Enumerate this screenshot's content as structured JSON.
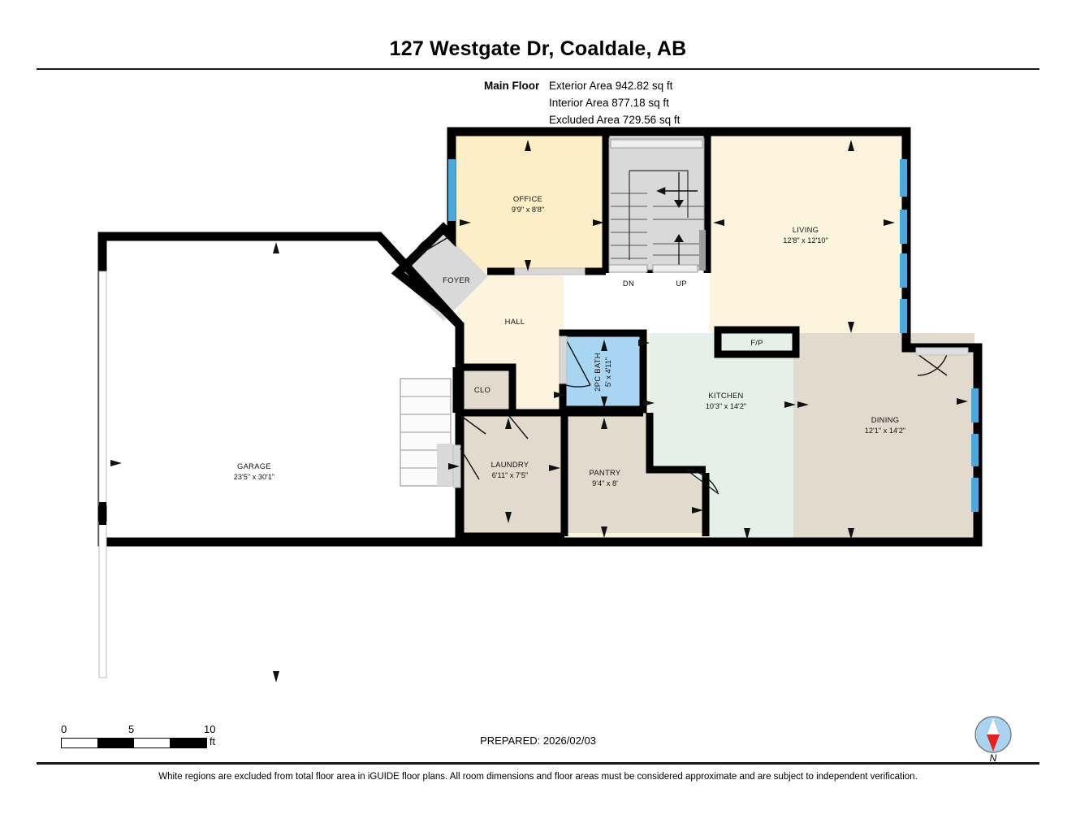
{
  "header": {
    "title": "127 Westgate Dr, Coaldale, AB",
    "floor_label": "Main Floor",
    "areas": [
      "Exterior Area 942.82 sq ft",
      "Interior Area 877.18 sq ft",
      "Excluded Area 729.56 sq ft"
    ],
    "exterior_area": "942.82 sq ft",
    "interior_area": "877.18 sq ft",
    "excluded_area": "729.56 sq ft"
  },
  "rooms": [
    {
      "id": "office",
      "name": "OFFICE",
      "dim": "9'9\" x 8'8\"",
      "fill": "#fcefc7"
    },
    {
      "id": "living",
      "name": "LIVING",
      "dim": "12'8\" x 12'10\"",
      "fill": "#fdf4de"
    },
    {
      "id": "hall",
      "name": "HALL",
      "dim": "",
      "fill": "#fdf4de"
    },
    {
      "id": "foyer",
      "name": "FOYER",
      "dim": "",
      "fill": "#d9d9d9"
    },
    {
      "id": "clo",
      "name": "CLO",
      "dim": "",
      "fill": "#e3dace"
    },
    {
      "id": "bath",
      "name": "2PC BATH",
      "dim": "5' x 4'11\"",
      "fill": "#a8d5f2"
    },
    {
      "id": "laundry",
      "name": "LAUNDRY",
      "dim": "6'11\" x 7'5\"",
      "fill": "#e3dace"
    },
    {
      "id": "pantry",
      "name": "PANTRY",
      "dim": "9'4\" x 8'",
      "fill": "#e3dace"
    },
    {
      "id": "kitchen",
      "name": "KITCHEN",
      "dim": "10'3\" x 14'2\"",
      "fill": "#e4f0e8"
    },
    {
      "id": "dining",
      "name": "DINING",
      "dim": "12'1\" x 14'2\"",
      "fill": "#e3dace"
    },
    {
      "id": "garage",
      "name": "GARAGE",
      "dim": "23'5\" x 30'1\"",
      "fill": "#ffffff"
    }
  ],
  "annotations": {
    "stairs_down": "DN",
    "stairs_up": "UP",
    "fireplace": "F/P"
  },
  "scale": {
    "ticks": [
      "0",
      "5",
      "10"
    ],
    "unit": "ft"
  },
  "footer": {
    "prepared": "PREPARED: 2026/02/03",
    "compass_label": "N",
    "disclaimer": "White regions are excluded from total floor area in iGUIDE floor plans. All room dimensions and floor areas must be considered approximate and are subject to independent verification."
  },
  "colors": {
    "wall": "#000000",
    "window": "#4aa8db",
    "stair": "#d9d9d9",
    "compass_dial": "#a9d4ef",
    "compass_needle": "#e8201e"
  }
}
